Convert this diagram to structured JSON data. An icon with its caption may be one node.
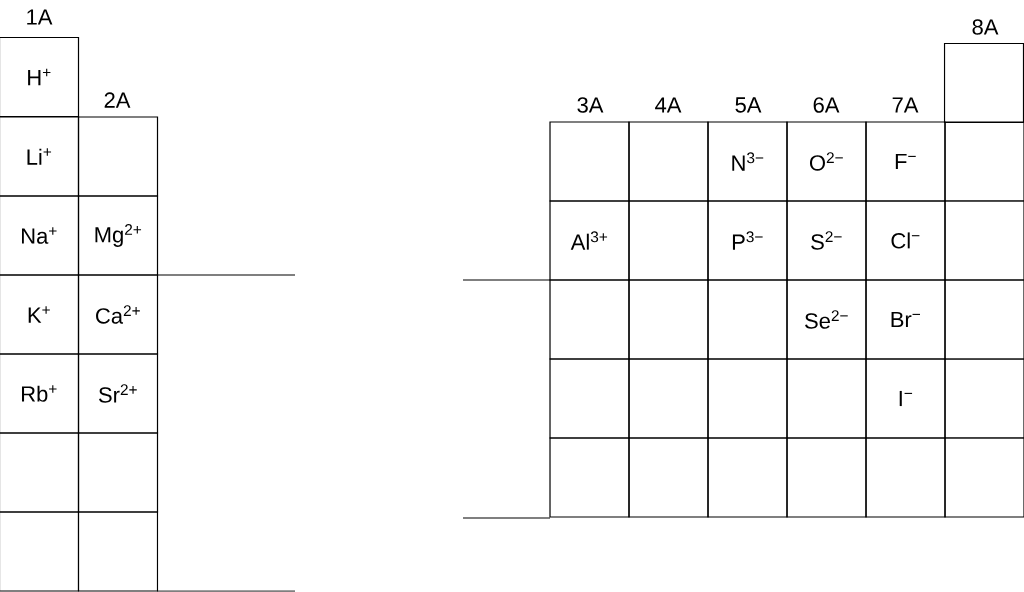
{
  "diagram": {
    "nodes": [
      {
        "text": [
          "H$^{+}$"
        ]
      },
      {
        "text": [
          "Li$^{+}$"
        ]
      },
      {
        "text": [],
        "shape": "box"
      },
      {
        "text": [
          "Na$^{+}$"
        ]
      },
      {
        "text": [
          "Mg$^{2+}$"
        ]
      },
      {
        "text": [
          "K$^{+}$"
        ]
      },
      {
        "text": [
          "Ca$^{2+}$"
        ]
      },
      {
        "text": [
          "Rb$^{+}$"
        ]
      },
      {
        "text": [
          "Sr$^{2+}$"
        ]
      },
      {
        "text": [],
        "shape": "box"
      },
      {
        "text": [],
        "shape": "box"
      },
      {
        "text": [],
        "shape": "box"
      },
      {
        "text": [],
        "shape": "box"
      },
      {
        "text": [],
        "shape": "box"
      },
      {
        "text": [],
        "shape": "box"
      },
      {
        "text": [],
        "shape": "box"
      },
      {
        "text": [
          "N$^{3−}$"
        ]
      },
      {
        "text": [
          "O$^{2−}$"
        ]
      },
      {
        "text": [
          "F$^{−}$"
        ]
      },
      {
        "text": [],
        "shape": "box"
      },
      {
        "text": [
          "Al$^{3+}$"
        ]
      },
      {
        "text": [],
        "shape": "box"
      },
      {
        "text": [
          "P$^{3−}$"
        ]
      },
      {
        "text": [
          "S$^{2−}$"
        ]
      },
      {
        "text": [
          "Cl$^{−}$"
        ]
      },
      {
        "text": [],
        "shape": "box"
      },
      {
        "text": [],
        "shape": "box"
      },
      {
        "text": [],
        "shape": "box"
      },
      {
        "text": [],
        "shape": "box"
      },
      {
        "text": [
          "Se$^{2−}$"
        ]
      },
      {
        "text": [
          "Br$^{−}$"
        ]
      },
      {
        "text": [],
        "shape": "box"
      },
      {
        "text": [],
        "shape": "box"
      },
      {
        "text": [],
        "shape": "box"
      },
      {
        "text": [],
        "shape": "box"
      },
      {
        "text": [],
        "shape": "box"
      },
      {
        "text": [
          "I$^{−}$"
        ]
      },
      {
        "text": [],
        "shape": "box"
      },
      {
        "text": [],
        "shape": "box"
      },
      {
        "text": [],
        "shape": "box"
      },
      {
        "text": [],
        "shape": "box"
      },
      {
        "text": [],
        "shape": "box"
      },
      {
        "text": [],
        "shape": "box"
      },
      {
        "text": [],
        "shape": "box"
      }
    ],
    "labels": [
      "1A",
      "2A",
      "3A",
      "4A",
      "5A",
      "6A",
      "7A",
      "8A"
    ]
  }
}
